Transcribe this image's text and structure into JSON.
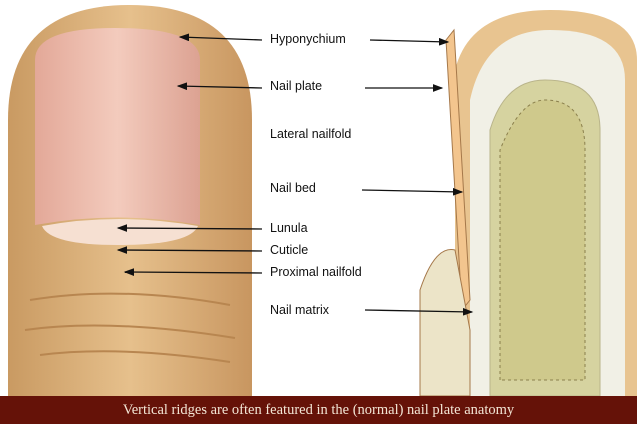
{
  "labels": {
    "hyponychium": "Hyponychium",
    "nail_plate": "Nail plate",
    "lateral_nailfold": "Lateral nailfold",
    "nail_bed": "Nail bed",
    "lunula": "Lunula",
    "cuticle": "Cuticle",
    "proximal_nailfold": "Proximal nailfold",
    "nail_matrix": "Nail matrix"
  },
  "caption": "Vertical ridges are often featured in the (normal) nail plate anatomy",
  "colors": {
    "caption_bar": "#651208",
    "skin": "#dcb27a",
    "nail": "#eab8a8",
    "bone": "#d6d3a0"
  }
}
